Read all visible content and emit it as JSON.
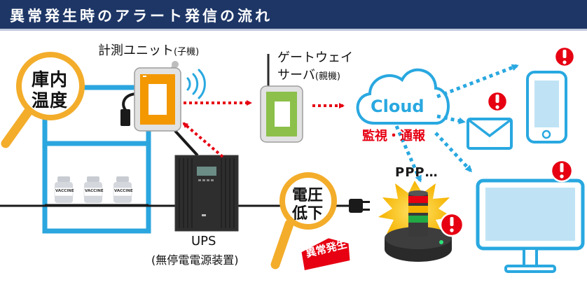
{
  "header": {
    "title": "異常発生時のアラート発信の流れ"
  },
  "sensor": {
    "label": "計測ユニット",
    "sublabel": "(子機)"
  },
  "gateway": {
    "label_line1": "ゲートウェイ",
    "label_line2": "サーバ",
    "sublabel": "(親機)"
  },
  "cloud": {
    "label": "Cloud",
    "caption": "監視・通報"
  },
  "fridge": {
    "magnifier_line1": "庫内",
    "magnifier_line2": "温度",
    "vials": [
      "VACCINE",
      "VACCINE",
      "VACCINE"
    ]
  },
  "ups": {
    "label": "UPS",
    "sublabel": "(無停電電源装置)"
  },
  "power": {
    "magnifier_line1": "電圧",
    "magnifier_line2": "低下",
    "tag": "異常発生"
  },
  "alarm": {
    "sound": "PPP…"
  },
  "colors": {
    "header_bg": "#1d3666",
    "alert_red": "#e60012",
    "flow_blue": "#29a8e0",
    "sensor_orange": "#f39800",
    "gateway_green": "#8cc04a",
    "frame_blue": "#2ba6de",
    "magnifier_yellow": "#f3ad2b"
  },
  "icons": [
    "warning-icon",
    "mail-icon",
    "smartphone-icon",
    "monitor-icon",
    "signal-tower-icon",
    "plug-icon",
    "magnifier-icon",
    "cloud-icon",
    "wifi-icon"
  ]
}
